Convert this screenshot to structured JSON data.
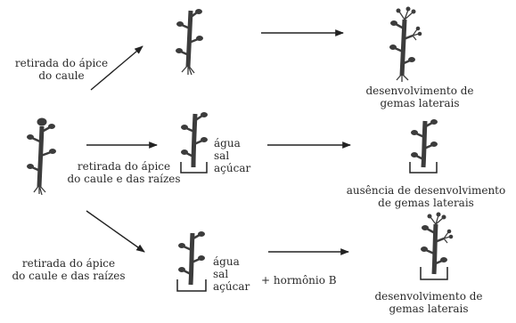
{
  "labels": {
    "row1_treatment": [
      "retirada do ápice",
      "do caule"
    ],
    "row2_treatment": [
      "retirada do ápice",
      "do caule e das raízes"
    ],
    "row3_treatment": [
      "retirada do ápice",
      "do caule e das raízes"
    ],
    "row2_medium": [
      "água",
      "sal",
      "açúcar"
    ],
    "row3_medium": [
      "água",
      "sal",
      "açúcar"
    ],
    "row3_addition": "+ hormônio B",
    "row1_result": [
      "desenvolvimento de",
      "gemas laterais"
    ],
    "row2_result": [
      "ausência de desenvolvimento",
      "de gemas laterais"
    ],
    "row3_result": [
      "desenvolvimento de",
      "gemas laterais"
    ]
  },
  "colors": {
    "plant": "#3c3c3c",
    "ink": "#2a2a2a"
  }
}
